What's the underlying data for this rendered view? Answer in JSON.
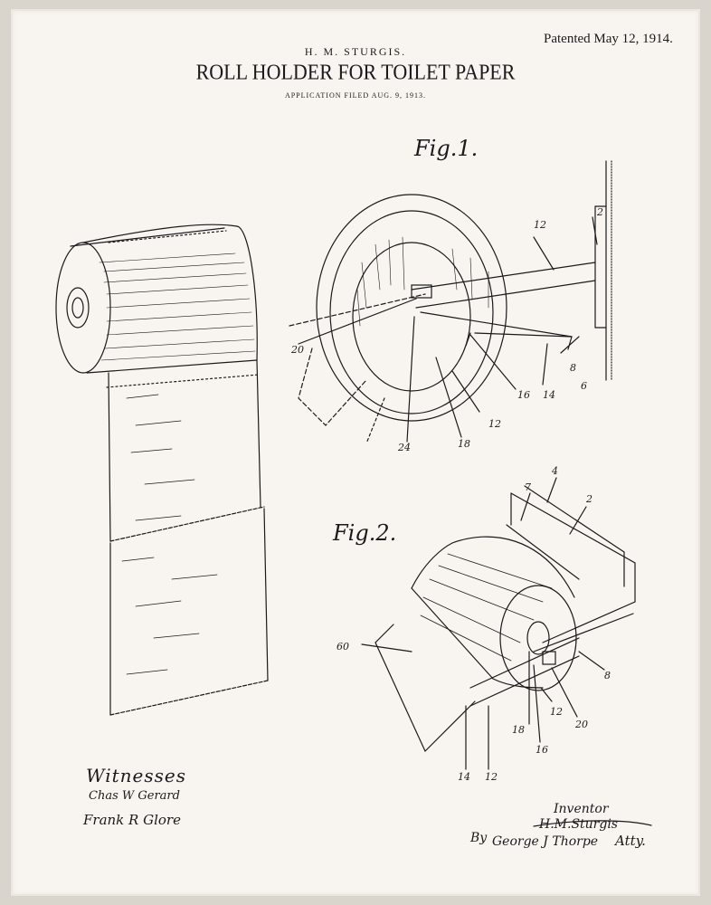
{
  "header": {
    "patented": "Patented May 12, 1914.",
    "inventor_head": "H. M. STURGIS.",
    "title": "ROLL HOLDER FOR TOILET PAPER",
    "filed": "APPLICATION FILED AUG. 9, 1913."
  },
  "figures": {
    "fig1_label": "Fig.1.",
    "fig2_label": "Fig.2."
  },
  "fig1_refs": [
    "12",
    "2",
    "20",
    "8",
    "6",
    "14",
    "16",
    "12",
    "18",
    "24"
  ],
  "fig2_refs": [
    "7",
    "4",
    "2",
    "60",
    "8",
    "20",
    "12",
    "16",
    "18",
    "12",
    "14"
  ],
  "signatures": {
    "witnesses": "Witnesses",
    "witness_1": "Chas W Gerard",
    "witness_2": "Frank R Glore",
    "inventor_label": "Inventor",
    "inventor_name": "H.M.Sturgis",
    "by": "By",
    "attorney_sig": "George J Thorpe",
    "atty": "Atty."
  }
}
